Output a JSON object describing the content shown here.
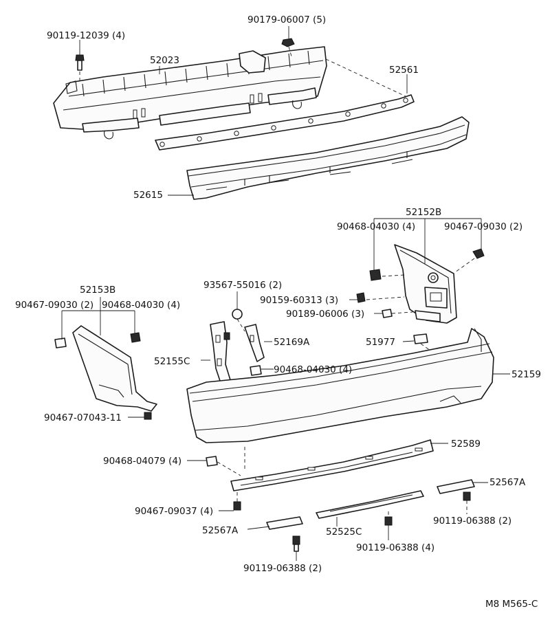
{
  "diagram": {
    "code": "M8 M565-C",
    "labels": {
      "p90119_12039": "90119-12039 (4)",
      "p90179_06007": "90179-06007 (5)",
      "p52023": "52023",
      "p52561": "52561",
      "p52615": "52615",
      "p52152B": "52152B",
      "p90468_04030_a": "90468-04030 (4)",
      "p90467_09030_a": "90467-09030 (2)",
      "p52153B": "52153B",
      "p93567_55016": "93567-55016 (2)",
      "p90159_60313": "90159-60313 (3)",
      "p90467_09030_b": "90467-09030 (2)",
      "p90468_04030_b": "90468-04030 (4)",
      "p90189_06006": "90189-06006 (3)",
      "p52169A": "52169A",
      "p51977": "51977",
      "p52155C": "52155C",
      "p90468_04030_c": "90468-04030 (4)",
      "p52159": "52159",
      "p90467_07043": "90467-07043-11",
      "p52589": "52589",
      "p90468_04079": "90468-04079 (4)",
      "p52567A_r": "52567A",
      "p90467_09037": "90467-09037 (4)",
      "p90119_06388_r": "90119-06388 (2)",
      "p52567A_l": "52567A",
      "p52525C": "52525C",
      "p90119_06388_m": "90119-06388 (4)",
      "p90119_06388_l": "90119-06388 (2)"
    }
  }
}
